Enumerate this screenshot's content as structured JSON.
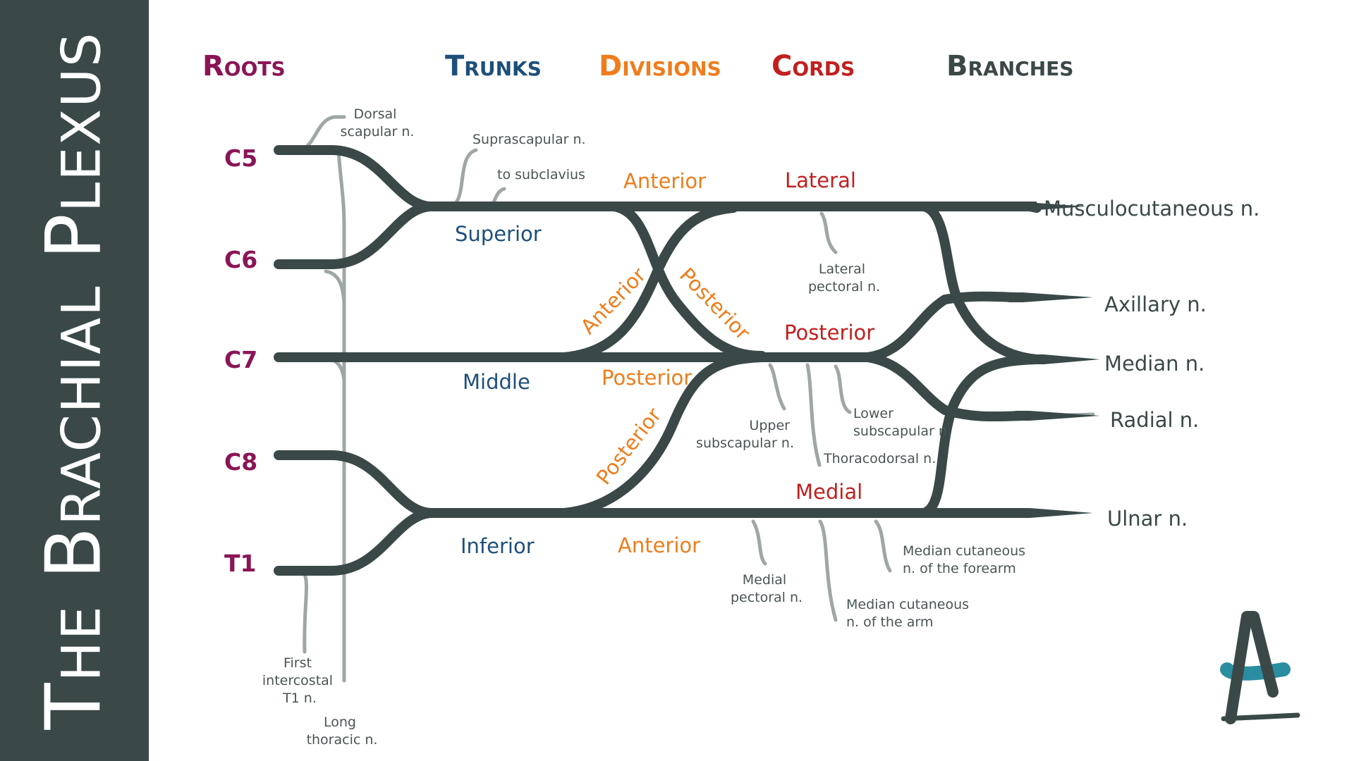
{
  "title": "The Brachial Plexus",
  "headers": {
    "roots": "Roots",
    "trunks": "Trunks",
    "divisions": "Divisions",
    "cords": "Cords",
    "branches": "Branches"
  },
  "roots": [
    "C5",
    "C6",
    "C7",
    "C8",
    "T1"
  ],
  "trunks": {
    "superior": "Superior",
    "middle": "Middle",
    "inferior": "Inferior"
  },
  "divisions": {
    "superior_anterior": "Anterior",
    "superior_posterior": "Posterior",
    "middle_anterior": "Anterior",
    "middle_posterior": "Posterior",
    "inferior_posterior": "Posterior",
    "inferior_anterior": "Anterior"
  },
  "cords": {
    "lateral": "Lateral",
    "posterior": "Posterior",
    "medial": "Medial"
  },
  "branches": {
    "musculocutaneous": "Musculocutaneous n.",
    "axillary": "Axillary n.",
    "median": "Median n.",
    "radial": "Radial n.",
    "ulnar": "Ulnar n."
  },
  "small_nerves": {
    "dorsal_scapular": [
      "Dorsal",
      "scapular n."
    ],
    "suprascapular": [
      "Suprascapular n."
    ],
    "to_subclavius": [
      "to subclavius"
    ],
    "lateral_pectoral": [
      "Lateral",
      "pectoral n."
    ],
    "upper_subscapular": [
      "Upper",
      "subscapular n."
    ],
    "lower_subscapular": [
      "Lower",
      "subscapular n."
    ],
    "thoracodorsal": [
      "Thoracodorsal n."
    ],
    "medial_pectoral": [
      "Medial",
      "pectoral n."
    ],
    "median_cut_forearm": [
      "Median cutaneous",
      "n. of the forearm"
    ],
    "median_cut_arm": [
      "Median cutaneous",
      "n. of the arm"
    ],
    "first_intercostal": [
      "First",
      "intercostal",
      "T1 n."
    ],
    "long_thoracic": [
      "Long",
      "thoracic n."
    ]
  },
  "colors": {
    "banner": "#3b4848",
    "roots": "#8a1556",
    "trunks": "#1d4f7a",
    "divisions": "#ee7d1c",
    "cords": "#c0201e",
    "branches": "#3b4848",
    "logo_accent": "#2b8ea0"
  },
  "logo": {
    "icon": "a-letter-logo-icon"
  }
}
